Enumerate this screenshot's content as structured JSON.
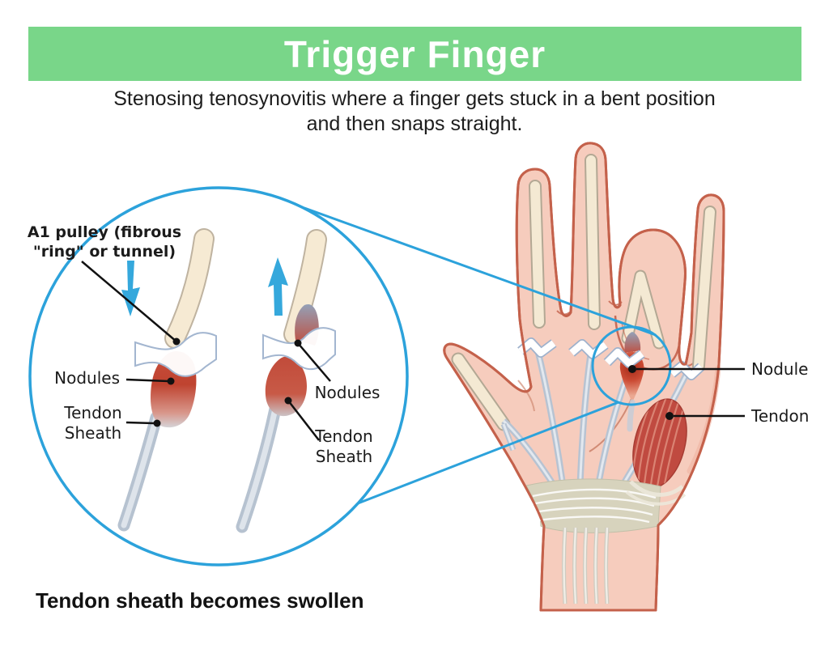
{
  "title": "Trigger Finger",
  "subtitle": {
    "line1": "Stenosing tenosynovitis where a finger gets stuck in a bent position",
    "line2": "and then snaps straight."
  },
  "caption": "Tendon sheath becomes swollen",
  "magnifier": {
    "a1_pulley_label": {
      "line1": "A1 pulley (fibrous",
      "line2": "\"ring\" or tunnel)"
    },
    "left_diagram": {
      "nodules": "Nodules",
      "tendon_sheath_line1": "Tendon",
      "tendon_sheath_line2": "Sheath"
    },
    "right_diagram": {
      "nodules": "Nodules",
      "tendon_sheath_line1": "Tendon",
      "tendon_sheath_line2": "Sheath"
    }
  },
  "hand": {
    "nodule_label": "Nodule",
    "tendon_label": "Tendon"
  },
  "colors": {
    "banner_green": "#79d689",
    "accent_blue": "#2ca2db",
    "arrow_blue": "#35a8dc",
    "skin": "#f6ccbd",
    "skin_outline": "#c4614b",
    "bone_cream": "#f4e9d3",
    "bone_outline": "#b3a894",
    "tendon_gray": "#b7c3d2",
    "nodule_red": "#b8311f",
    "swelling_red": "#bf4330",
    "muscle_red": "#c04a40",
    "retinaculum_khaki": "#d7d3bd",
    "label_dark": "#1b1b1b"
  }
}
